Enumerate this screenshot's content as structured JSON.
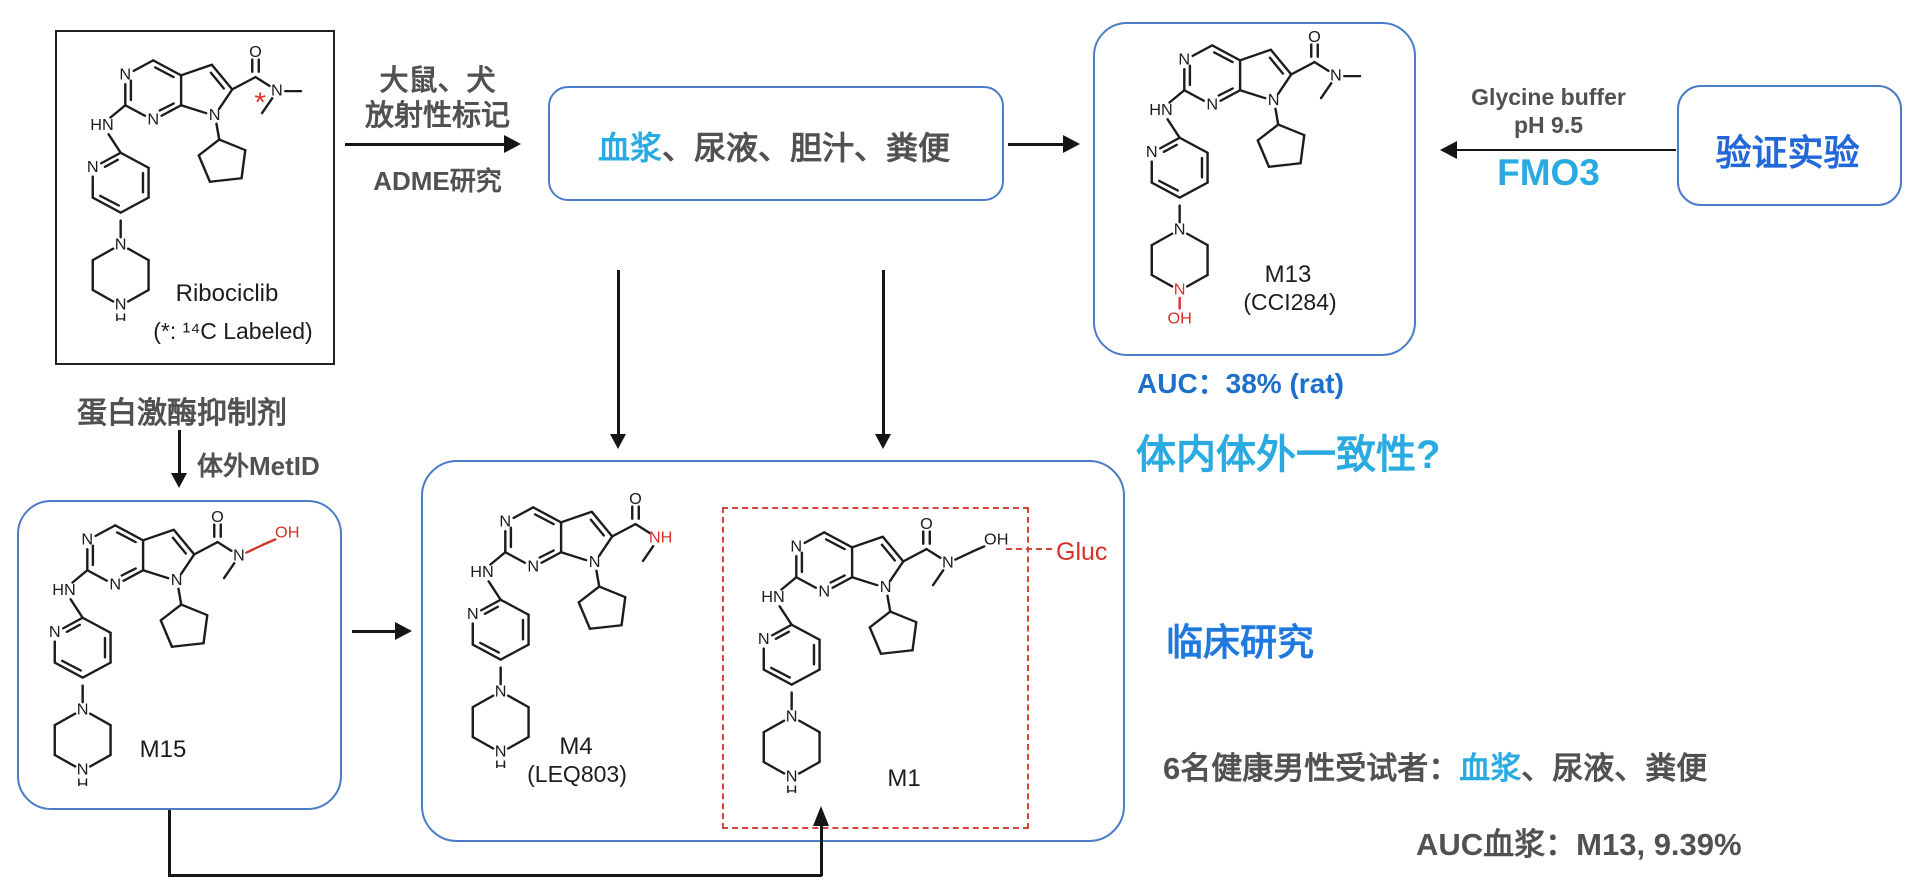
{
  "colors": {
    "cyan_accent": "#29abe2",
    "blue_text": "#2268d9",
    "auc_blue": "#1d6fc9",
    "gray_text": "#515154",
    "structure_red": "#d8302b",
    "structure_black": "#1c1c1c",
    "box_border_blue": "#4a7cc7",
    "dashed_red": "#d8433c"
  },
  "atoms": {
    "n": "N",
    "hn": "HN",
    "nh": "NH",
    "o": "O",
    "oh": "OH",
    "h": "H",
    "asterisk": "*"
  },
  "structures": {
    "ribociclib": {
      "name": "Ribociclib",
      "note": "(*: ¹⁴C Labeled)"
    },
    "m13": {
      "name": "M13",
      "sub": "(CCI284)",
      "auc": "AUC：38% (rat)"
    },
    "m15": {
      "name": "M15"
    },
    "m4": {
      "name": "M4",
      "sub": "(LEQ803)"
    },
    "m1": {
      "name": "M1",
      "gluc": "Gluc"
    }
  },
  "top_annotation": {
    "line1": "大鼠、犬",
    "line2": "放射性标记",
    "line3": "ADME研究"
  },
  "plasma_box": {
    "highlight": "血浆",
    "rest": "、尿液、胆汁、粪便"
  },
  "glycine": {
    "line1": "Glycine buffer",
    "line2": "pH 9.5",
    "enzyme": "FMO3"
  },
  "validation_box": {
    "label": "验证实验"
  },
  "consistency_question": "体内体外一致性?",
  "left_annotation": {
    "title": "蛋白激酶抑制剂",
    "metid": "体外MetID"
  },
  "clinical": {
    "title": "临床研究",
    "subjects_prefix": "6名健康男性受试者：",
    "subjects_highlight": "血浆",
    "subjects_rest": "、尿液、粪便",
    "auc_line": "AUC血浆：M13, 9.39%"
  }
}
